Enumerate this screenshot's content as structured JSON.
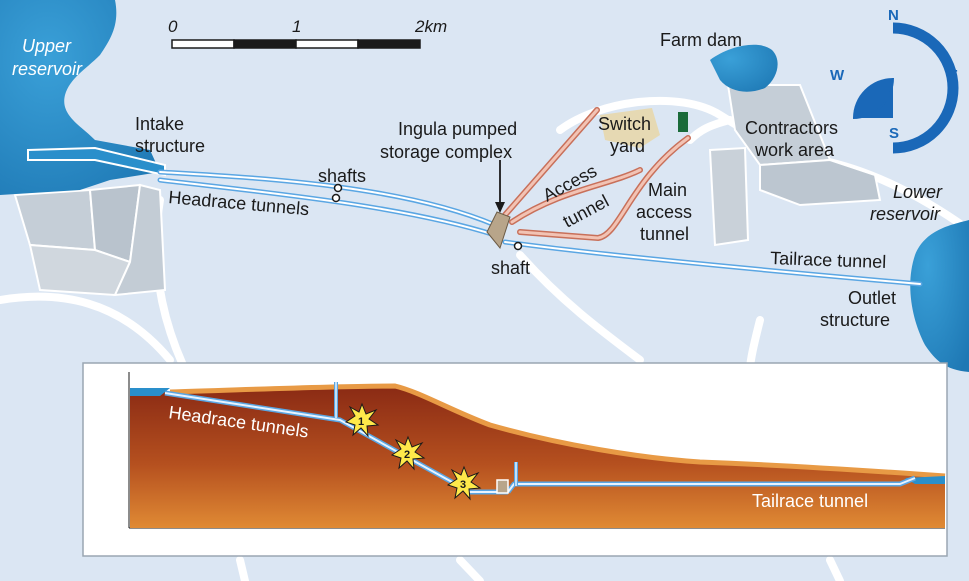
{
  "scale": {
    "zero": "0",
    "mid": "1",
    "max": "2km"
  },
  "compass": {
    "n": "N",
    "e": "E",
    "s": "S",
    "w": "W"
  },
  "labels": {
    "upper_reservoir_1": "Upper",
    "upper_reservoir_2": "reservoir",
    "intake_1": "Intake",
    "intake_2": "structure",
    "shafts": "shafts",
    "headrace": "Headrace tunnels",
    "complex_1": "Ingula pumped",
    "complex_2": "storage complex",
    "shaft": "shaft",
    "switch_1": "Switch",
    "switch_2": "yard",
    "access_1": "Access",
    "access_2": "tunnel",
    "main_access_1": "Main",
    "main_access_2": "access",
    "main_access_3": "tunnel",
    "farm_dam": "Farm dam",
    "contractors_1": "Contractors",
    "contractors_2": "work area",
    "lower_reservoir_1": "Lower",
    "lower_reservoir_2": "reservoir",
    "tailrace": "Tailrace tunnel",
    "outlet_1": "Outlet",
    "outlet_2": "structure"
  },
  "profile": {
    "headrace": "Headrace tunnels",
    "tailrace": "Tailrace tunnel",
    "markers": [
      "1",
      "2",
      "3"
    ]
  },
  "colors": {
    "background": "#dbe6f3",
    "water": "#2a8fcb",
    "land_gray": "#c9d1d9",
    "tunnel": "#5aa6e3",
    "access_road": "#e8a48f",
    "switch_yard": "#e6d9b3",
    "green_block": "#1a6b3a",
    "earth_top": "#e08a34",
    "earth_deep": "#8a2a14",
    "compass": "#1a68b8"
  }
}
